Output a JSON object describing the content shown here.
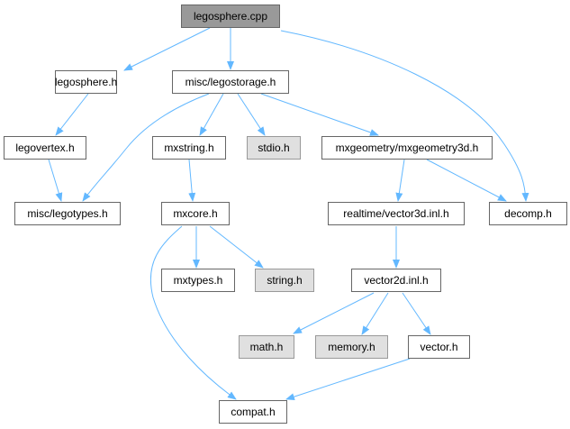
{
  "graph": {
    "nodes": {
      "legosphere_cpp": "legosphere.cpp",
      "legosphere_h": "legosphere.h",
      "legostorage_h": "misc/legostorage.h",
      "legovertex_h": "legovertex.h",
      "mxstring_h": "mxstring.h",
      "stdio_h": "stdio.h",
      "mxgeometry3d_h": "mxgeometry/mxgeometry3d.h",
      "legotypes_h": "misc/legotypes.h",
      "mxcore_h": "mxcore.h",
      "vector3d_inl_h": "realtime/vector3d.inl.h",
      "decomp_h": "decomp.h",
      "mxtypes_h": "mxtypes.h",
      "string_h": "string.h",
      "vector2d_inl_h": "vector2d.inl.h",
      "math_h": "math.h",
      "memory_h": "memory.h",
      "vector_h": "vector.h",
      "compat_h": "compat.h"
    },
    "edges": [
      [
        "legosphere.cpp",
        "legosphere.h"
      ],
      [
        "legosphere.cpp",
        "misc/legostorage.h"
      ],
      [
        "legosphere.cpp",
        "decomp.h"
      ],
      [
        "legosphere.h",
        "legovertex.h"
      ],
      [
        "legovertex.h",
        "misc/legotypes.h"
      ],
      [
        "misc/legostorage.h",
        "misc/legotypes.h"
      ],
      [
        "misc/legostorage.h",
        "mxstring.h"
      ],
      [
        "misc/legostorage.h",
        "stdio.h"
      ],
      [
        "misc/legostorage.h",
        "mxgeometry/mxgeometry3d.h"
      ],
      [
        "mxstring.h",
        "mxcore.h"
      ],
      [
        "mxcore.h",
        "mxtypes.h"
      ],
      [
        "mxcore.h",
        "string.h"
      ],
      [
        "mxcore.h",
        "compat.h"
      ],
      [
        "mxgeometry/mxgeometry3d.h",
        "realtime/vector3d.inl.h"
      ],
      [
        "mxgeometry/mxgeometry3d.h",
        "decomp.h"
      ],
      [
        "realtime/vector3d.inl.h",
        "vector2d.inl.h"
      ],
      [
        "vector2d.inl.h",
        "math.h"
      ],
      [
        "vector2d.inl.h",
        "memory.h"
      ],
      [
        "vector2d.inl.h",
        "vector.h"
      ],
      [
        "vector.h",
        "compat.h"
      ]
    ],
    "colors": {
      "edge": "#63b8ff",
      "root_fill": "#999999",
      "system_fill": "#e0e0e0"
    }
  }
}
